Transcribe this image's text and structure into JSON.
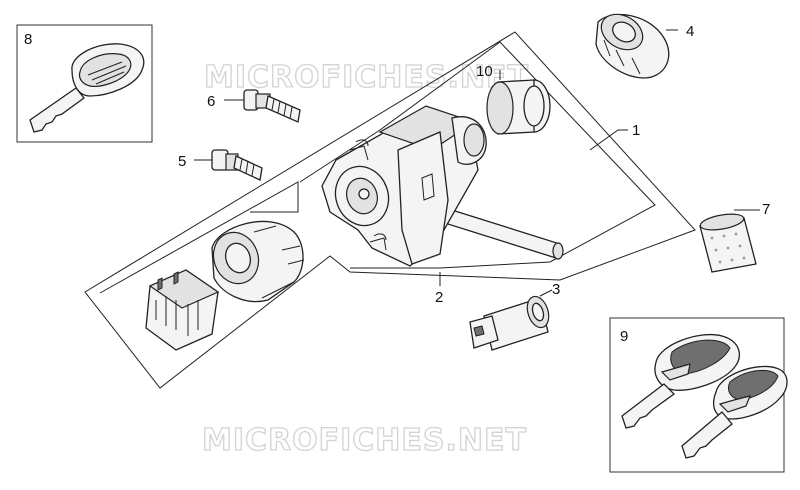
{
  "watermark": {
    "top": "MICROFICHES.NET",
    "bottom": "MICROFICHES.NET"
  },
  "callouts": {
    "c1": "1",
    "c2": "2",
    "c3": "3",
    "c4": "4",
    "c5": "5",
    "c6": "6",
    "c7": "7",
    "c8": "8",
    "c9": "9",
    "c10": "10"
  },
  "colors": {
    "line": "#222222",
    "watermark_outline": "#d3d3d3",
    "background": "#ffffff"
  }
}
